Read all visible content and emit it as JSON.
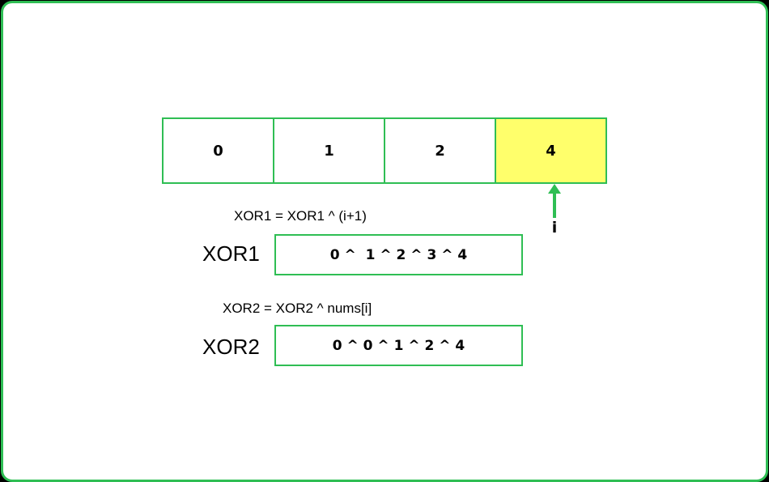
{
  "array": {
    "cells": [
      "0",
      "1",
      "2",
      "4"
    ],
    "highlighted_index": 3
  },
  "pointer": {
    "label": "i"
  },
  "xor1": {
    "formula": "XOR1 = XOR1 ^ (i+1)",
    "label": "XOR1",
    "value": "0 ^  1 ^ 2 ^ 3 ^ 4"
  },
  "xor2": {
    "formula": "XOR2 = XOR2 ^ nums[i]",
    "label": "XOR2",
    "value": "0 ^ 0 ^ 1 ^ 2 ^ 4"
  },
  "colors": {
    "border_green": "#2fbe54",
    "highlight_yellow": "#ffff6b",
    "background": "#ffffff"
  }
}
